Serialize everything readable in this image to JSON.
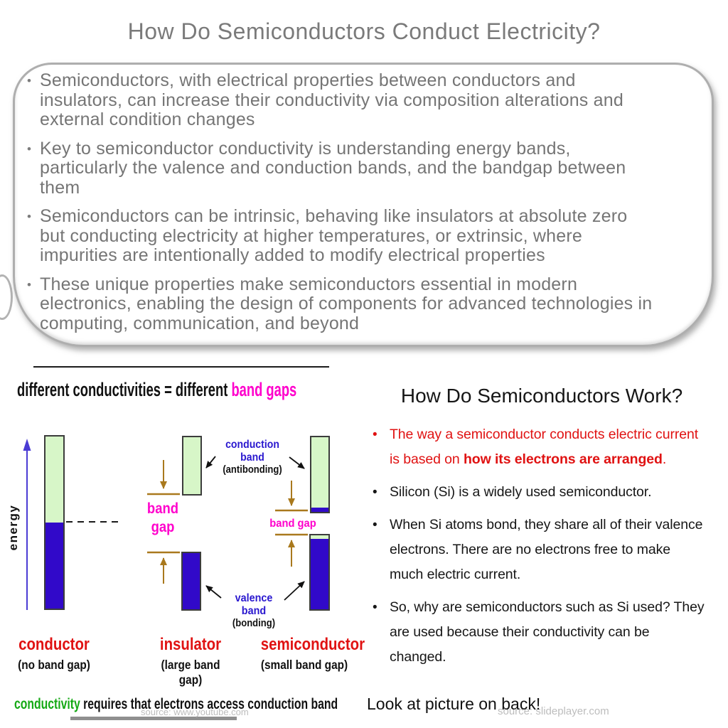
{
  "ui": {
    "bullet": "•"
  },
  "page": {
    "title": "How Do Semiconductors Conduct Electricity?"
  },
  "intro_box": {
    "bullets": [
      "Semiconductors, with electrical properties between conductors and insulators, can increase their conductivity via composition alterations and external condition changes",
      "Key to semiconductor conductivity is understanding energy bands, particularly the valence and conduction bands, and the bandgap between them",
      "Semiconductors can be intrinsic, behaving like insulators at absolute zero but conducting electricity at higher temperatures, or extrinsic, where impurities are intentionally added to modify electrical properties",
      "These unique properties make semiconductors essential in modern electronics, enabling the design of components for advanced technologies in computing, communication, and beyond"
    ]
  },
  "left_panel": {
    "heading": {
      "black": "different conductivities = different ",
      "accent": "band gaps"
    },
    "diagram": {
      "energy_label": "energy",
      "conduction_band_label": "conduction band",
      "antibonding_label": "(antibonding)",
      "band_gap_insulator_line1": "band",
      "band_gap_insulator_line2": "gap",
      "band_gap_semiconductor": "band gap",
      "valence_band_label": "valence band",
      "bonding_label": "(bonding)",
      "bars": [
        {
          "group": "conductor",
          "band_gap": "none",
          "segments": [
            "conduction band (green)",
            "valence band (blue)"
          ]
        },
        {
          "group": "insulator",
          "band_gap": "large",
          "segments": [
            "conduction band (green)",
            "valence band (blue)"
          ]
        },
        {
          "group": "semiconductor",
          "band_gap": "small",
          "segments": [
            "conduction band (green, thin blue edge)",
            "valence band (blue, thin green edge)"
          ]
        }
      ]
    },
    "columns": [
      {
        "name": "conductor",
        "sub": "(no band gap)"
      },
      {
        "name": "insulator",
        "sub": "(large band gap)"
      },
      {
        "name": "semiconductor",
        "sub": "(small band gap)"
      }
    ],
    "conclusion": {
      "accent": "conductivity",
      "rest": " requires that electrons access conduction band"
    },
    "watermark": "source: www.youtube.com"
  },
  "right_panel": {
    "title": "How Do Semiconductors Work?",
    "bullets": [
      {
        "pre": "The way a semiconductor conducts electric current is based on ",
        "bold": "how its electrons are arranged",
        "post": "."
      },
      {
        "text": "Silicon (Si) is a widely used semiconductor."
      },
      {
        "text": "When Si atoms bond, they share all of their valence electrons. There are no electrons free to make much electric current."
      },
      {
        "text": "So, why are semiconductors such as Si used? They are used because their conductivity can be changed."
      }
    ],
    "footer": "Look at picture on back!",
    "watermark": "source: slideplayer.com"
  },
  "colors": {
    "title_gray": "#7a7a7a",
    "accent_magenta": "#ff00cc",
    "band_label_blue": "#2a18cf",
    "bar_green": "#d7f6c8",
    "bar_blue": "#3109c9",
    "arrow_brown": "#a9791d",
    "label_red": "#e01212",
    "conductivity_green": "#15a915",
    "energy_axis_blue": "#4a3bd4"
  }
}
